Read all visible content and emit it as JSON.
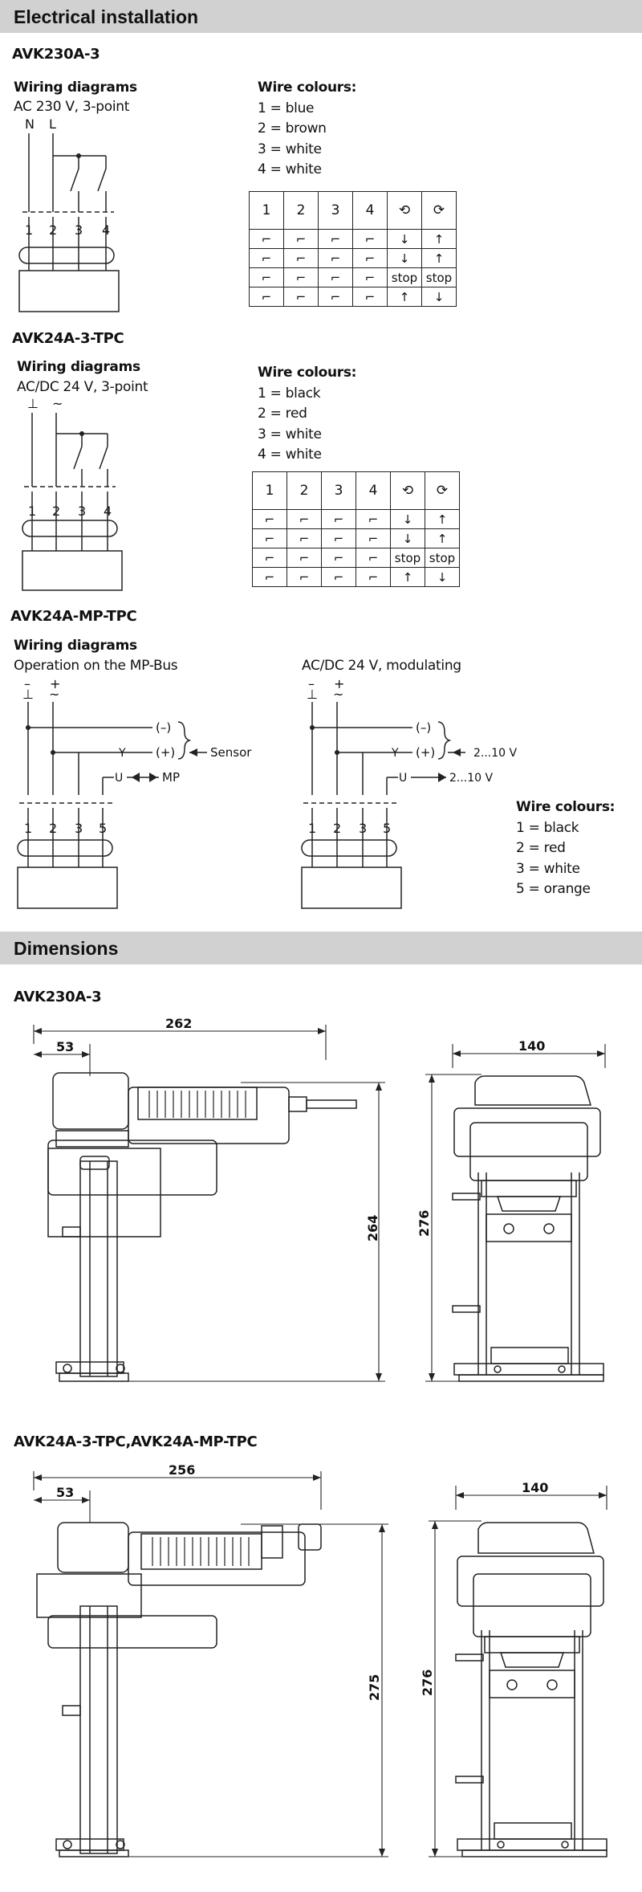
{
  "sections": {
    "electrical": "Electrical installation",
    "dimensions": "Dimensions"
  },
  "avk230": {
    "title": "AVK230A-3",
    "wiring_title": "Wiring diagrams",
    "wiring_sub": "AC 230 V, 3-point",
    "terminals_top": [
      "N",
      "L"
    ],
    "terminals": [
      "1",
      "2",
      "3",
      "4"
    ],
    "wire_colours_title": "Wire colours:",
    "wire_colours": [
      "1 = blue",
      "2 = brown",
      "3 = white",
      "4 = white"
    ],
    "table_header": [
      "1",
      "2",
      "3",
      "4"
    ],
    "stop": "stop"
  },
  "avk24_3": {
    "title": "AVK24A-3-TPC",
    "wiring_title": "Wiring diagrams",
    "wiring_sub": "AC/DC 24 V, 3-point",
    "terminals_top": [
      "⊥",
      "~"
    ],
    "terminals": [
      "1",
      "2",
      "3",
      "4"
    ],
    "wire_colours_title": "Wire colours:",
    "wire_colours": [
      "1 = black",
      "2 = red",
      "3 = white",
      "4 = white"
    ],
    "table_header": [
      "1",
      "2",
      "3",
      "4"
    ],
    "stop": "stop"
  },
  "avk24_mp": {
    "title": "AVK24A-MP-TPC",
    "wiring_title": "Wiring diagrams",
    "left_sub": "Operation on the MP-Bus",
    "right_sub": "AC/DC 24 V, modulating",
    "top_minus": "–",
    "top_plus": "+",
    "terminals_top": [
      "⊥",
      "~"
    ],
    "terminals": [
      "1",
      "2",
      "3",
      "5"
    ],
    "minus_label": "(–)",
    "plus_label": "(+)",
    "y_label": "Y",
    "u_label": "U",
    "sensor": "Sensor",
    "mp": "MP",
    "range_in": "2...10 V",
    "range_out": "2...10 V",
    "wire_colours_title": "Wire colours:",
    "wire_colours": [
      "1 = black",
      "2 = red",
      "3 = white",
      "5 = orange"
    ]
  },
  "dim_avk230": {
    "title": "AVK230A-3",
    "width": "262",
    "offset": "53",
    "height": "264",
    "side_width": "140",
    "side_height": "276"
  },
  "dim_avk24": {
    "title": "AVK24A-3-TPC,AVK24A-MP-TPC",
    "width": "256",
    "offset": "53",
    "height": "275",
    "side_width": "140",
    "side_height": "276"
  }
}
